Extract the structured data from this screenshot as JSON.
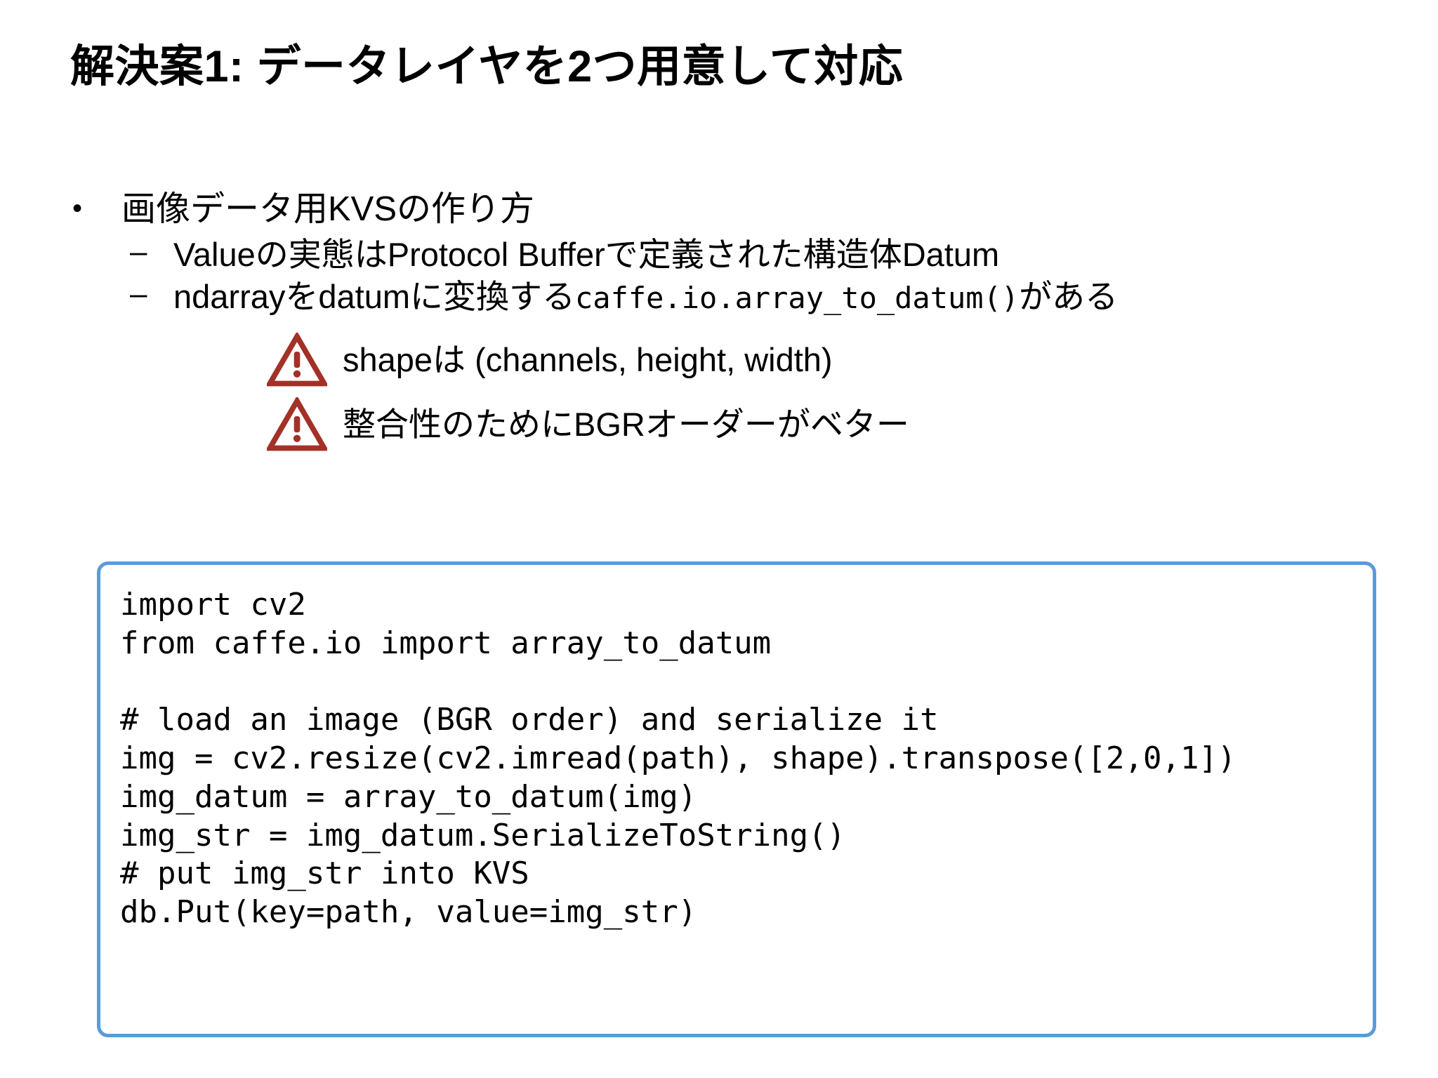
{
  "slide": {
    "title": "解決案1: データレイヤを2つ用意して対応",
    "bullets": [
      {
        "marker": "•",
        "text": "画像データ用KVSの作り方",
        "children": [
          {
            "marker": "–",
            "text_parts": [
              {
                "style": "normal",
                "text": "Valueの実態はProtocol Bufferで定義された構造体Datum"
              }
            ]
          },
          {
            "marker": "–",
            "text_parts": [
              {
                "style": "normal",
                "text": "ndarrayをdatumに変換する"
              },
              {
                "style": "mono",
                "text": "caffe.io.array_to_datum()"
              },
              {
                "style": "normal",
                "text": "がある"
              }
            ]
          }
        ]
      }
    ],
    "warnings": [
      {
        "icon": "warning-triangle-icon",
        "text": "shapeは (channels, height, width)"
      },
      {
        "icon": "warning-triangle-icon",
        "text": "整合性のためにBGRオーダーがベター"
      }
    ],
    "code_block": {
      "language": "python",
      "code": "import cv2\nfrom caffe.io import array_to_datum\n\n# load an image (BGR order) and serialize it\nimg = cv2.resize(cv2.imread(path), shape).transpose([2,0,1])\nimg_datum = array_to_datum(img)\nimg_str = img_datum.SerializeToString()\n# put img_str into KVS\ndb.Put(key=path, value=img_str)"
    }
  },
  "colors": {
    "background": "#ffffff",
    "text": "#000000",
    "code_border": "#5B9BD5",
    "warning_icon": "#A33128"
  }
}
